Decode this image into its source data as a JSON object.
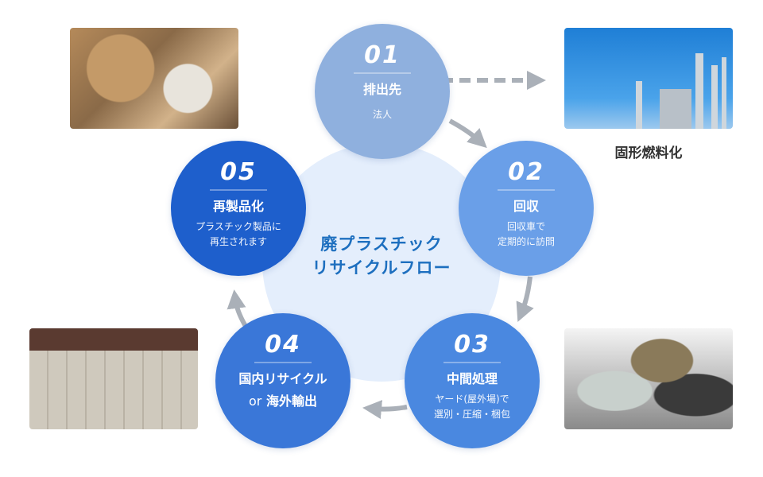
{
  "title": [
    "廃プラスチック",
    "リサイクルフロー"
  ],
  "side_label": "固形燃料化",
  "colors": {
    "step1": "#8fb0de",
    "step2": "#6a9fe8",
    "step3": "#4a88e0",
    "step4": "#3a77d8",
    "step5": "#1e5fcc",
    "arrow": "#aab0b8",
    "title": "#1d6fbf"
  },
  "steps": [
    {
      "num": "01",
      "title": "排出先",
      "desc": [
        "法人"
      ]
    },
    {
      "num": "02",
      "title": "回収",
      "desc": [
        "回収車で",
        "定期的に訪問"
      ]
    },
    {
      "num": "03",
      "title": "中間処理",
      "desc": [
        "ヤード(屋外場)で",
        "選別・圧縮・梱包"
      ]
    },
    {
      "num": "04",
      "title_lines": [
        "国内リサイクル"
      ],
      "or": "or",
      "title2": "海外輸出"
    },
    {
      "num": "05",
      "title": "再製品化",
      "desc": [
        "プラスチック製品に",
        "再生されます"
      ]
    }
  ]
}
